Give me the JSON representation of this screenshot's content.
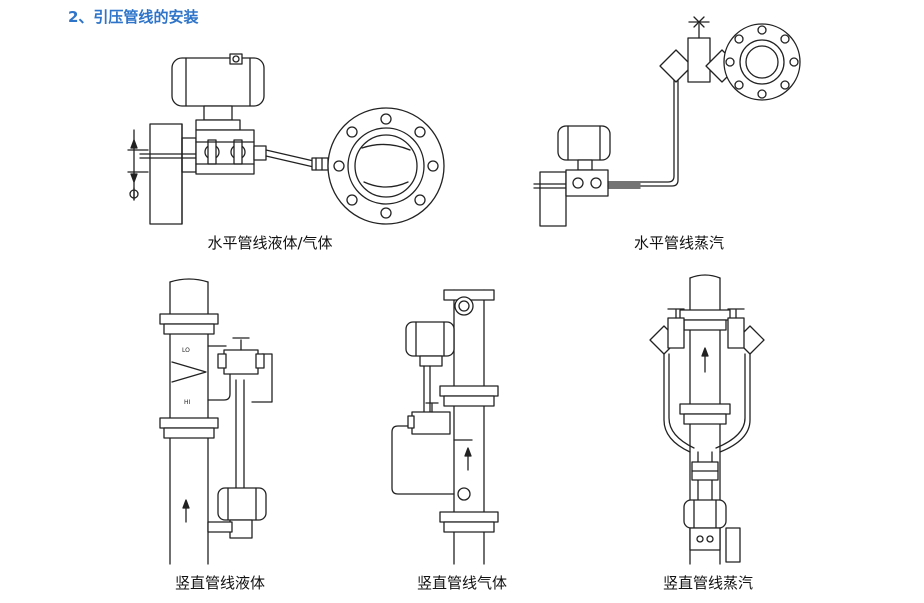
{
  "heading": "2、引压管线的安装",
  "diagrams": [
    {
      "caption": "水平管线液体/气体"
    },
    {
      "caption": "水平管线蒸汽"
    },
    {
      "caption": "竖直管线液体"
    },
    {
      "caption": "竖直管线气体"
    },
    {
      "caption": "竖直管线蒸汽"
    }
  ],
  "markers": {
    "lo": "LO",
    "hi": "HI"
  },
  "colors": {
    "heading": "#2e74c9",
    "line": "#222222"
  }
}
